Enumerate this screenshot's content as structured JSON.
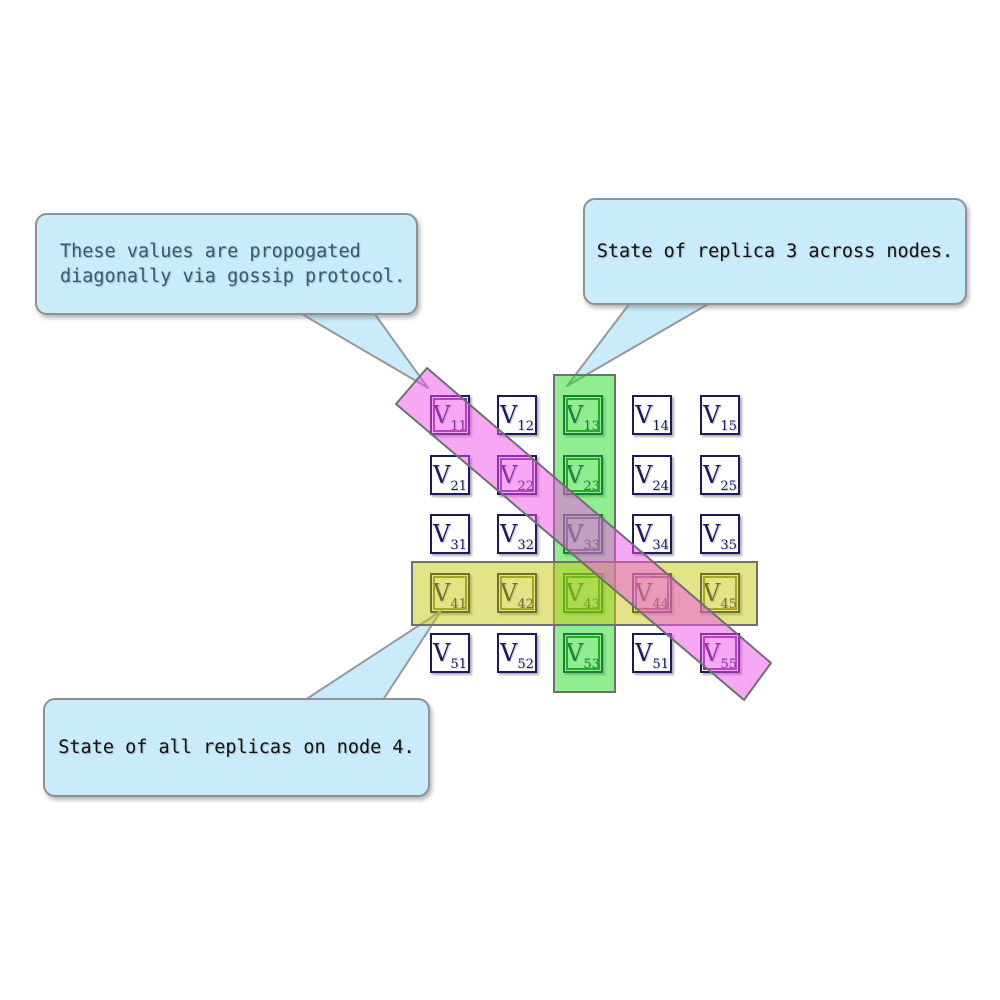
{
  "callouts": {
    "gossip": {
      "line1": "These values are propogated",
      "line2": "diagonally via gossip protocol.",
      "text_color": "#2c5f75"
    },
    "replica": {
      "text": "State of replica 3 across nodes.",
      "text_color": "#121212"
    },
    "node": {
      "text": "State of all replicas on node 4.",
      "text_color": "#121212"
    }
  },
  "matrix": {
    "cell_prefix": "V",
    "cells": [
      {
        "sub": "11",
        "highlight": "magenta"
      },
      {
        "sub": "12",
        "highlight": null
      },
      {
        "sub": "13",
        "highlight": "green"
      },
      {
        "sub": "14",
        "highlight": null
      },
      {
        "sub": "15",
        "highlight": null
      },
      {
        "sub": "21",
        "highlight": null
      },
      {
        "sub": "22",
        "highlight": "magenta"
      },
      {
        "sub": "23",
        "highlight": "green"
      },
      {
        "sub": "24",
        "highlight": null
      },
      {
        "sub": "25",
        "highlight": null
      },
      {
        "sub": "31",
        "highlight": null
      },
      {
        "sub": "32",
        "highlight": null
      },
      {
        "sub": "33",
        "highlight": "magenta"
      },
      {
        "sub": "34",
        "highlight": null
      },
      {
        "sub": "35",
        "highlight": null
      },
      {
        "sub": "41",
        "highlight": "yellow"
      },
      {
        "sub": "42",
        "highlight": "yellow"
      },
      {
        "sub": "43",
        "highlight": "green"
      },
      {
        "sub": "44",
        "highlight": "magenta"
      },
      {
        "sub": "45",
        "highlight": "yellow"
      },
      {
        "sub": "51",
        "highlight": null
      },
      {
        "sub": "52",
        "highlight": null
      },
      {
        "sub": "53",
        "highlight": "green"
      },
      {
        "sub": "51",
        "highlight": null
      },
      {
        "sub": "55",
        "highlight": "magenta"
      }
    ]
  },
  "colors": {
    "cell_border": "#1a1a5e",
    "cell_text": "#1a1a5e",
    "band_stroke": "#707070",
    "green_fill": "#21dd21",
    "yellow_fill": "#c7c70f",
    "magenta_fill": "#ef51eb",
    "inner_green": "#208020",
    "inner_yellow": "#88882a",
    "inner_magenta": "#8030a0",
    "callout_fill": "#c9ecfa",
    "callout_border": "#919191",
    "tail_fill": "#c9ecfa"
  }
}
